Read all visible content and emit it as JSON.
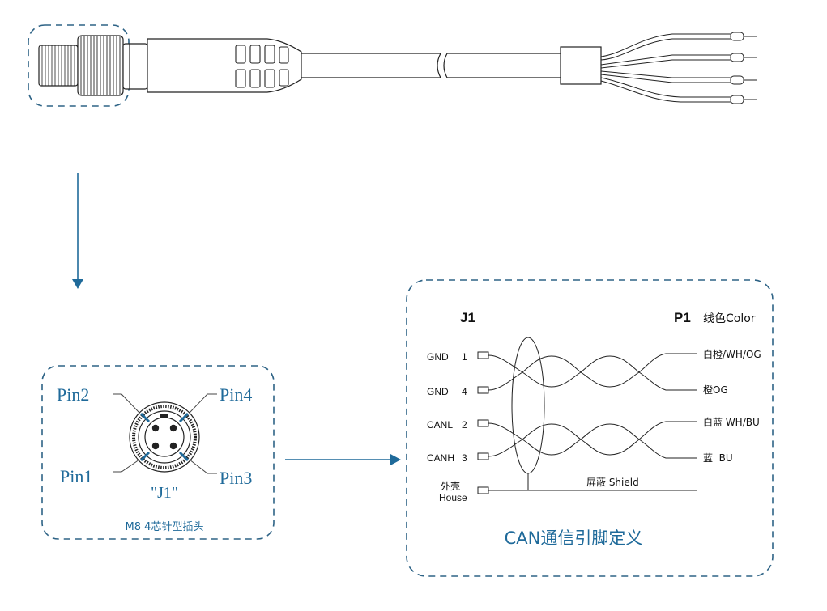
{
  "colors": {
    "accent": "#1f6a9a",
    "dash_border": "#2e6386",
    "line": "#222222"
  },
  "connector_view": {
    "pin_labels": {
      "pin2": "Pin2",
      "pin4": "Pin4",
      "pin1": "Pin1",
      "pin3": "Pin3"
    },
    "connector_id": "\"J1\"",
    "caption": "M8 4芯针型插头"
  },
  "wiring": {
    "j1_header": "J1",
    "p1_header": "P1",
    "color_header": "线色Color",
    "rows": [
      {
        "signal": "GND",
        "pin": "1",
        "color": "白橙/WH/OG"
      },
      {
        "signal": "GND",
        "pin": "4",
        "color": "橙OG"
      },
      {
        "signal": "CANL",
        "pin": "2",
        "color": "白蓝 WH/BU"
      },
      {
        "signal": "CANH",
        "pin": "3",
        "color": "蓝  BU"
      }
    ],
    "shell_label_cn": "外壳",
    "shell_label_en": "House",
    "shield_label": "屏蔽 Shield",
    "title": "CAN通信引脚定义"
  }
}
